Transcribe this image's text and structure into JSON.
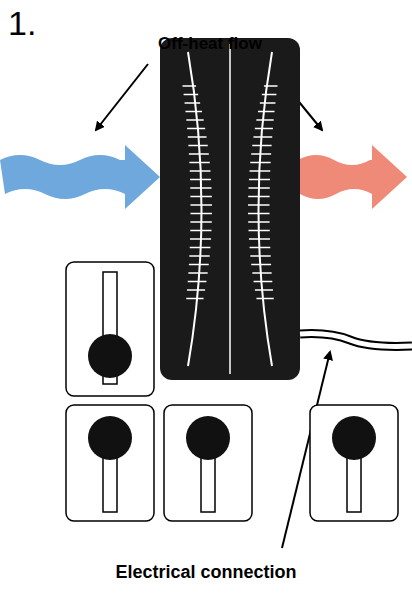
{
  "diagram": {
    "labels": [
      "1.",
      "Off-heat flow",
      "Electrical connection"
    ]
  }
}
